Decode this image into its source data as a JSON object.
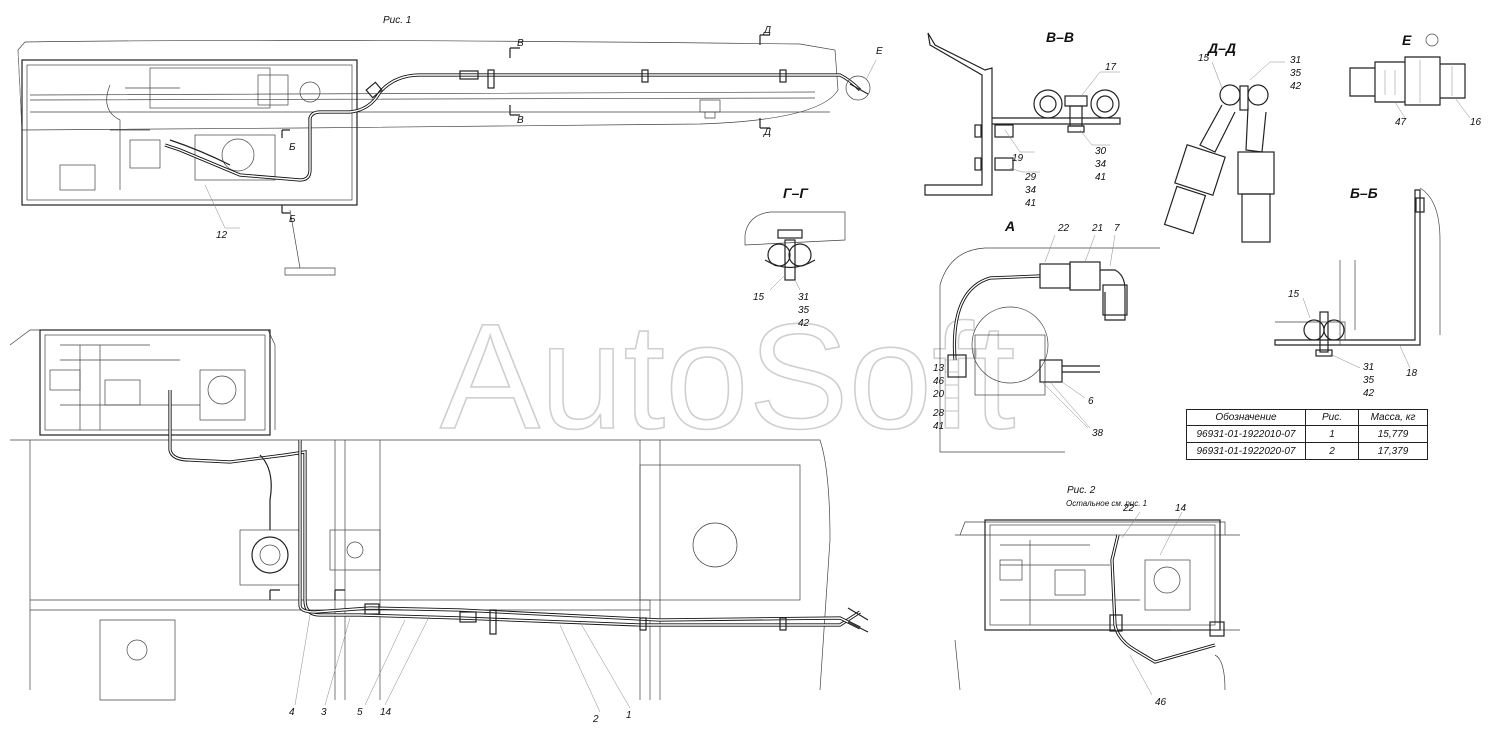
{
  "figure_captions": {
    "fig1": "Рис. 1",
    "fig2": "Рис. 2",
    "fig2_note": "Остальное см. рис. 1"
  },
  "section_titles": {
    "vv": "В–В",
    "dd": "Д–Д",
    "e": "Е",
    "gg": "Г–Г",
    "a": "А",
    "bb": "Б–Б"
  },
  "cut_marks": {
    "v": "В",
    "d": "Д",
    "b": "Б",
    "e": "Е"
  },
  "callouts": {
    "top_view": [
      "12"
    ],
    "vv": [
      "17",
      "19",
      "30",
      "34",
      "41",
      "29",
      "34",
      "41"
    ],
    "dd": [
      "15",
      "31",
      "35",
      "42"
    ],
    "e": [
      "47",
      "16"
    ],
    "gg": [
      "15",
      "31",
      "35",
      "42"
    ],
    "a": [
      "22",
      "21",
      "7",
      "13",
      "46",
      "20",
      "28",
      "41",
      "6",
      "38"
    ],
    "bb": [
      "15",
      "31",
      "35",
      "42",
      "18"
    ],
    "bottom": [
      "4",
      "3",
      "5",
      "14",
      "2",
      "1"
    ],
    "fig2": [
      "22",
      "14",
      "46"
    ]
  },
  "spec_table": {
    "headers": [
      "Обозначение",
      "Рис.",
      "Масса, кг"
    ],
    "rows": [
      [
        "96931-01-1922010-07",
        "1",
        "15,779"
      ],
      [
        "96931-01-1922020-07",
        "2",
        "17,379"
      ]
    ]
  },
  "watermark": "AutoSoft"
}
